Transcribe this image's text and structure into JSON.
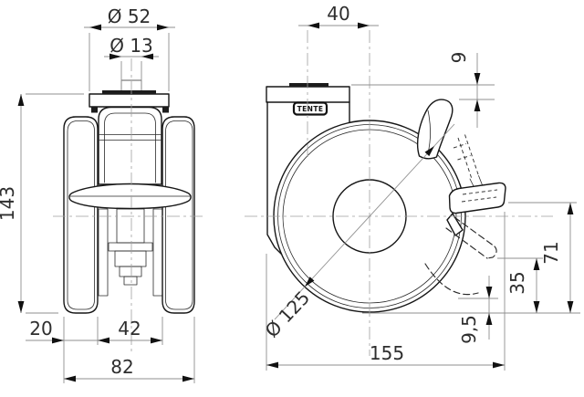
{
  "drawing": {
    "background": "#ffffff",
    "line_color": "#161616",
    "dimension_color": "#8f8f8f",
    "brand_label": "TENTE",
    "front_view": {
      "dim_plate_diameter": "Ø 52",
      "dim_center_hole_diameter": "Ø 13",
      "dim_total_height": "143",
      "dim_wheel_width": "20",
      "dim_wheel_inner_spacing": "42",
      "dim_overall_width": "82"
    },
    "side_view": {
      "dim_swivel_offset": "40",
      "dim_lever_drop": "9",
      "dim_wheel_diameter": "Ø 125",
      "dim_pedal_tip_height": "71",
      "dim_pedal_pressed_height": "35",
      "dim_ground_clearance": "9,5",
      "dim_overall_length": "155"
    }
  }
}
